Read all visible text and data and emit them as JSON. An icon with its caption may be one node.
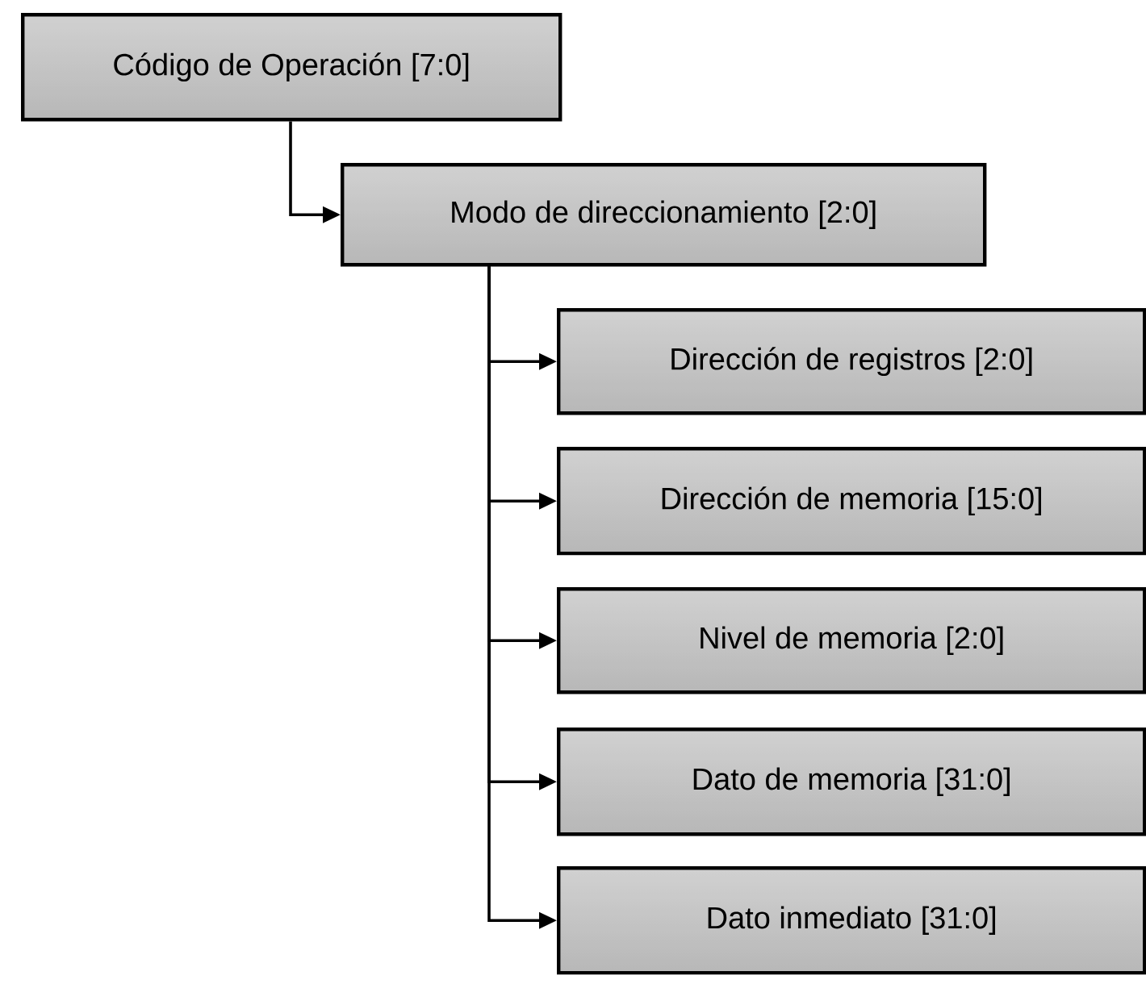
{
  "diagram": {
    "nodes": [
      {
        "text": [
          "Código de Operación [7:0]"
        ]
      },
      {
        "text": [
          "Modo de direccionamiento [2:0]"
        ]
      },
      {
        "text": [
          "Dirección de registros [2:0]"
        ]
      },
      {
        "text": [
          "Dirección de memoria [15:0]"
        ]
      },
      {
        "text": [
          "Nivel de memoria [2:0]"
        ]
      },
      {
        "text": [
          "Dato de memoria [31:0]"
        ]
      },
      {
        "text": [
          "Dato inmediato [31:0]"
        ]
      }
    ],
    "edges": [
      {
        "from": 0,
        "to": 1,
        "arrow": "to"
      },
      {
        "from": 1,
        "to": 2,
        "arrow": "to"
      },
      {
        "from": 1,
        "to": 3,
        "arrow": "to"
      },
      {
        "from": 1,
        "to": 4,
        "arrow": "to"
      },
      {
        "from": 1,
        "to": 5,
        "arrow": "to"
      },
      {
        "from": 1,
        "to": 6,
        "arrow": "to"
      }
    ]
  }
}
